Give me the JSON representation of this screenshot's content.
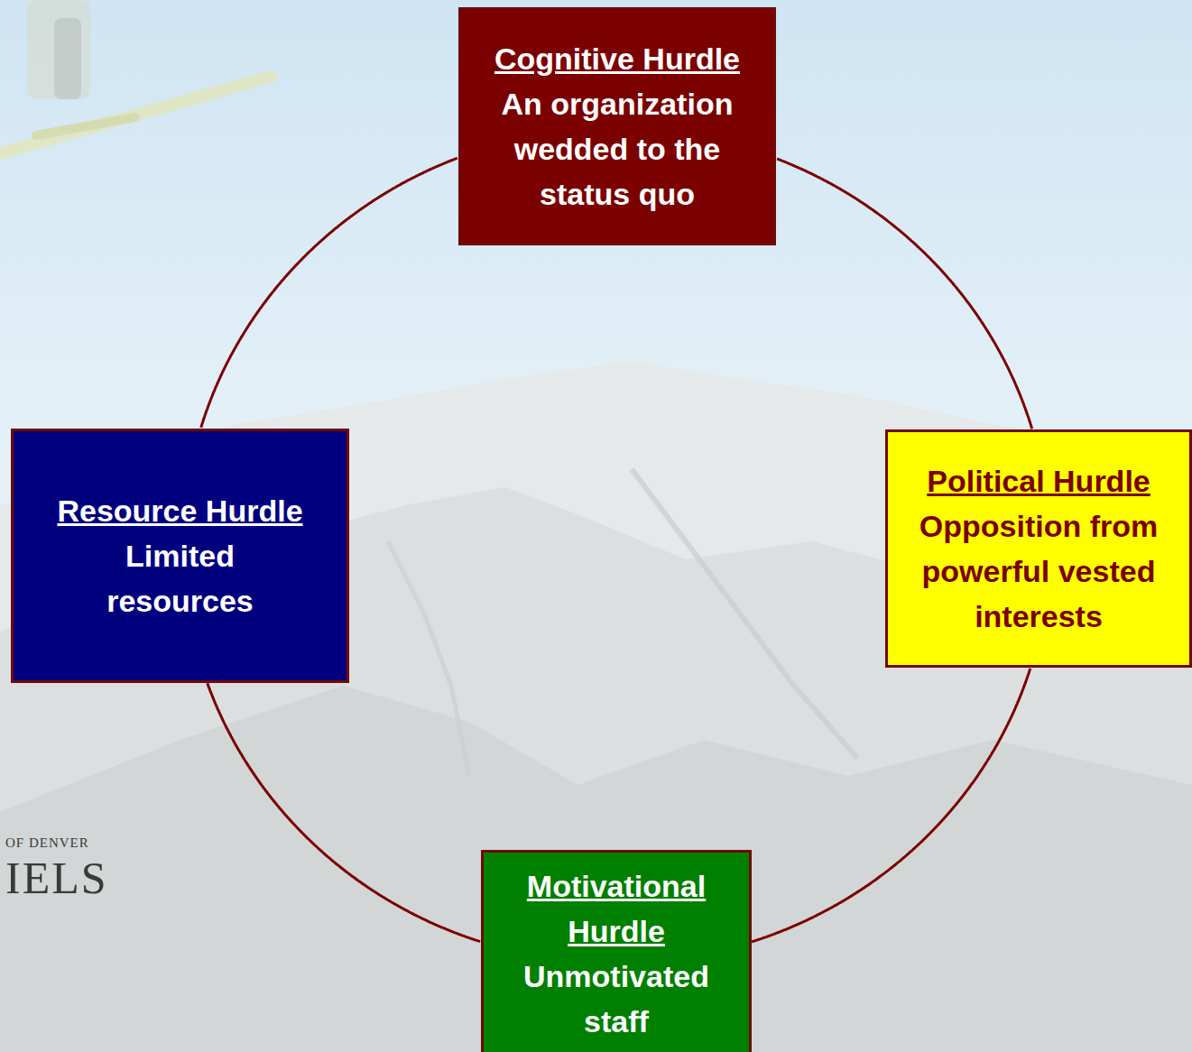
{
  "diagram": {
    "nodes": [
      {
        "text": [
          "Cognitive Hurdle",
          "An organization wedded to the status quo"
        ]
      },
      {
        "text": [
          "Resource Hurdle",
          "Limited resources"
        ]
      },
      {
        "text": [
          "Political Hurdle",
          "Opposition from powerful vested interests"
        ]
      },
      {
        "text": [
          "Motivational Hurdle",
          "Unmotivated staff"
        ]
      }
    ],
    "edges": [
      {
        "from": 0,
        "to": 2,
        "arrow": "none"
      },
      {
        "from": 2,
        "to": 3,
        "arrow": "none"
      },
      {
        "from": 3,
        "to": 1,
        "arrow": "none"
      },
      {
        "from": 1,
        "to": 0,
        "arrow": "none"
      }
    ],
    "labels": [
      "OF DENVER",
      "IELS"
    ]
  }
}
